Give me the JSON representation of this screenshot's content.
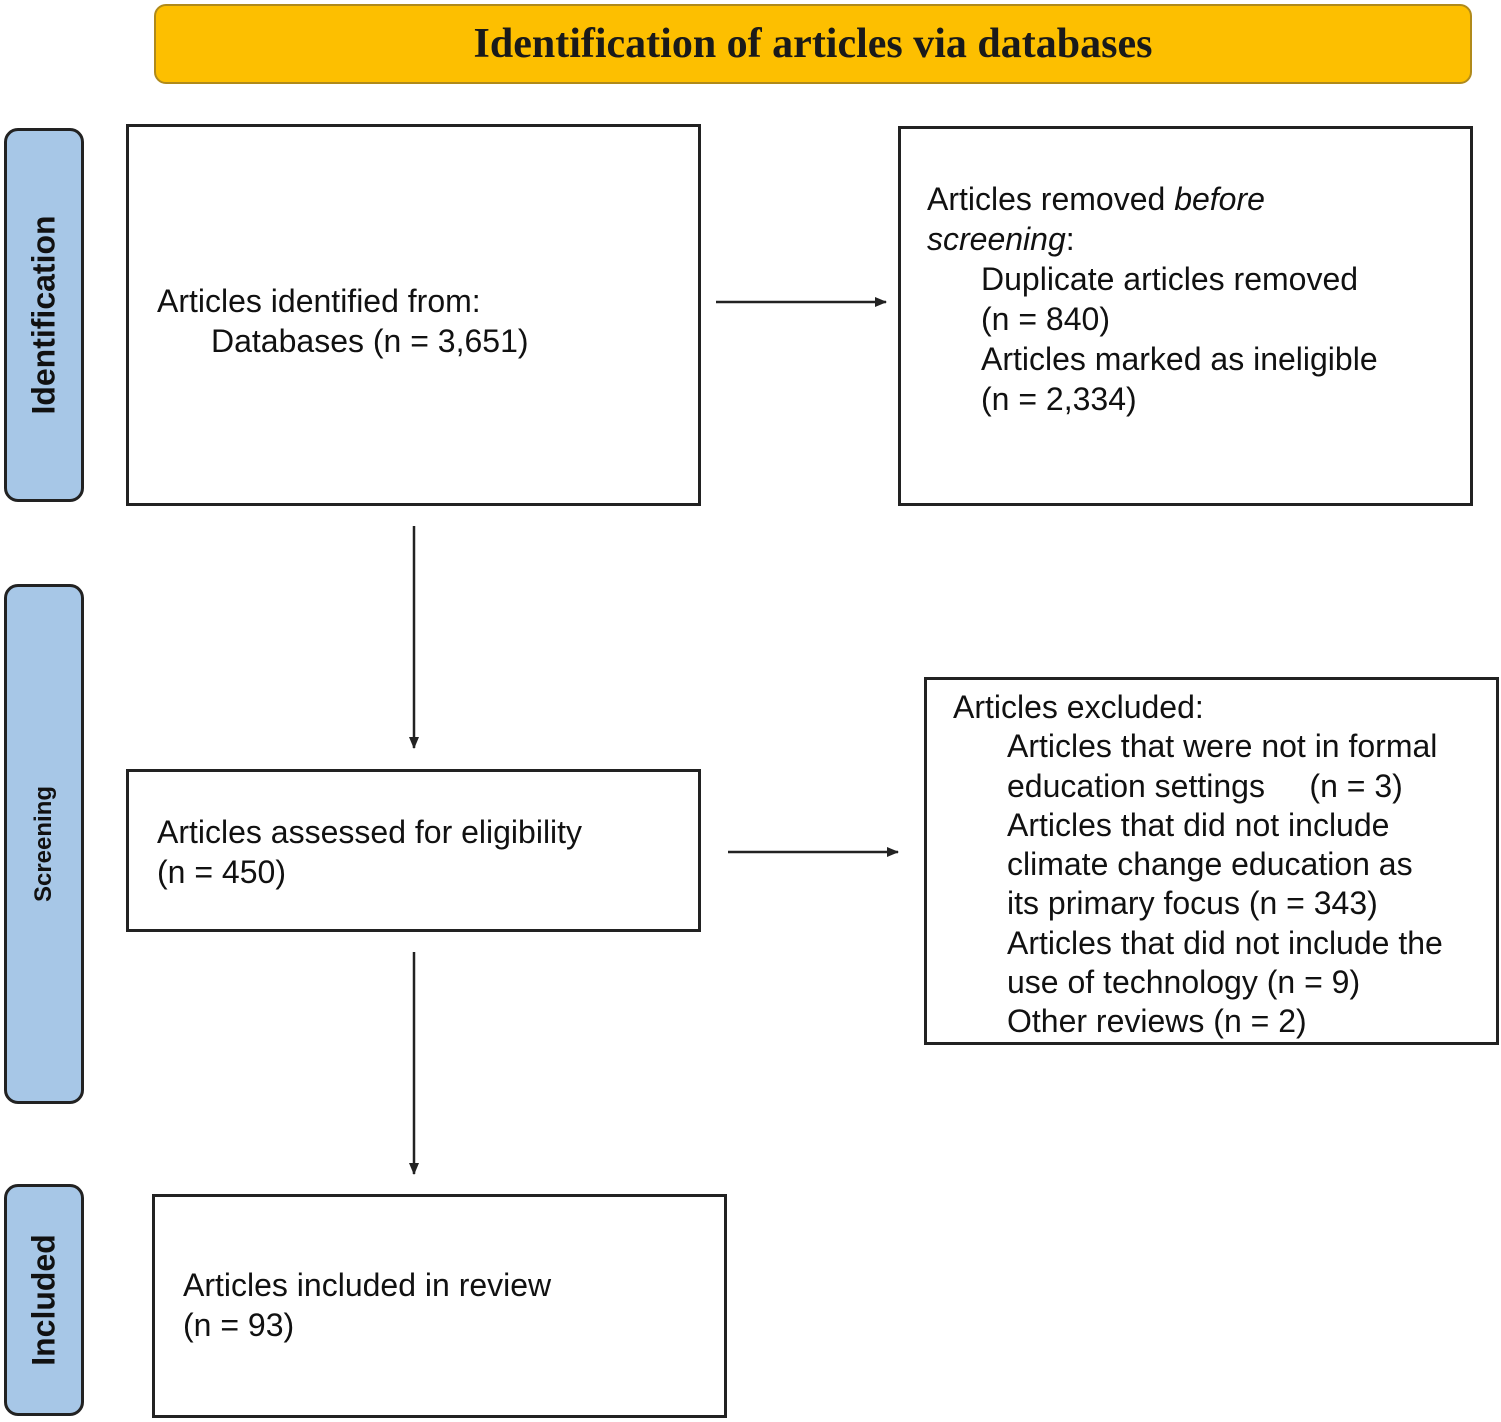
{
  "header": {
    "title": "Identification of articles via databases"
  },
  "stages": {
    "identification": "Identification",
    "screening": "Screening",
    "included": "Included"
  },
  "boxes": {
    "identified": {
      "line1": "Articles identified from:",
      "line2": "Databases (n = 3,651)"
    },
    "removed": {
      "line1_plain": "Articles removed ",
      "line1_italic": "before",
      "line2_italic": "screening",
      "line2_plain": ":",
      "line3": "Duplicate articles removed",
      "line4": "(n = 840)",
      "line5": "Articles marked as ineligible",
      "line6": "(n = 2,334)"
    },
    "assessed": {
      "line1": "Articles assessed for eligibility",
      "line2": "(n = 450)"
    },
    "excluded": {
      "line1": "Articles excluded:",
      "line2": "Articles that were not in formal",
      "line3": "education settings     (n = 3)",
      "line4": "Articles that did not include",
      "line5": "climate change education as",
      "line6": "its primary focus (n = 343)",
      "line7": "Articles that did not include the",
      "line8": "use of technology (n = 9)",
      "line9": "Other reviews (n = 2)"
    },
    "included": {
      "line1": "Articles included in review",
      "line2": "(n = 93)"
    }
  },
  "colors": {
    "header_fill": "#fdbf00",
    "stage_fill": "#a7c7e7",
    "border": "#222222"
  }
}
